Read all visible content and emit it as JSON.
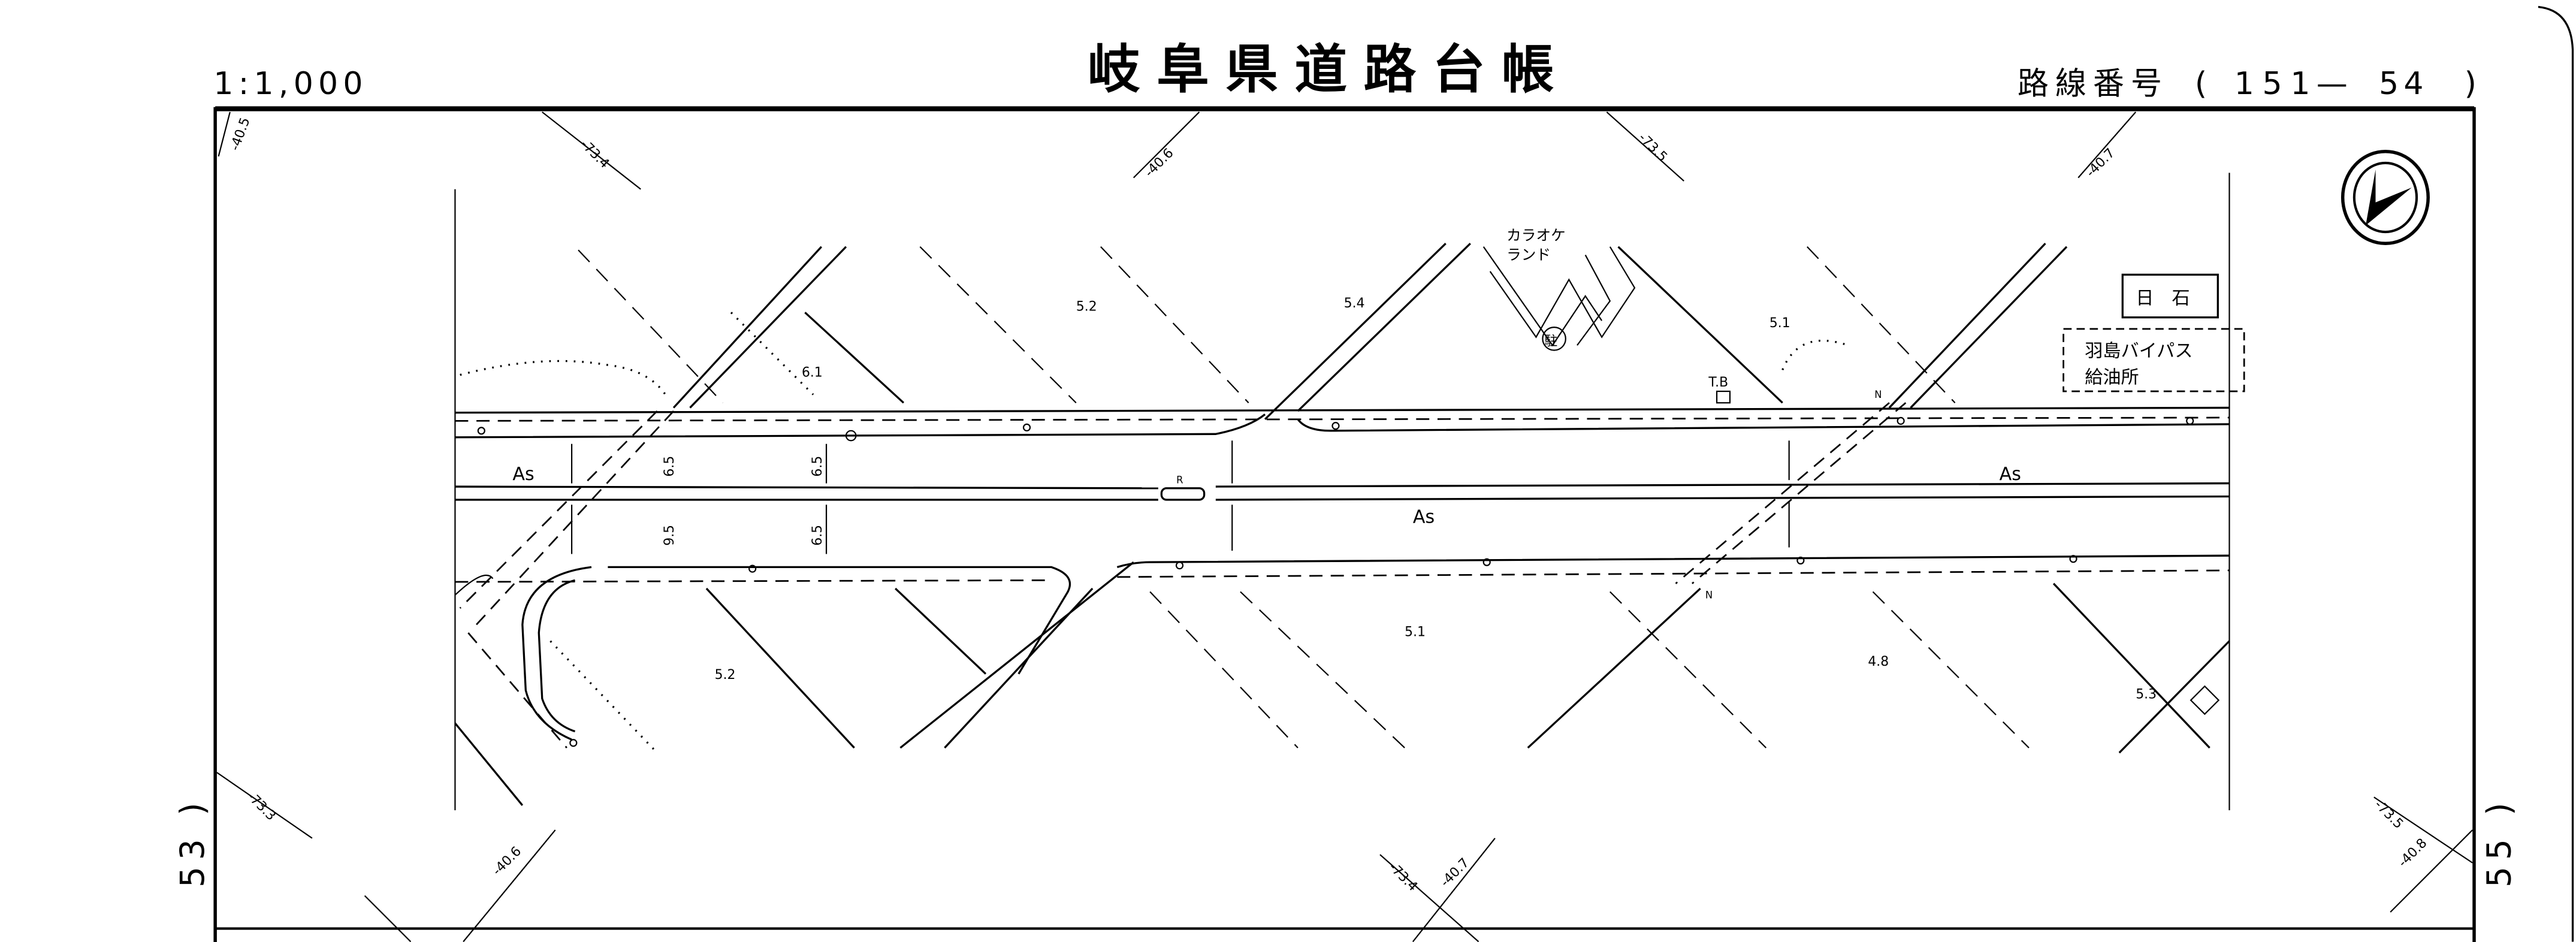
{
  "header": {
    "scale": "1:1,000",
    "title": "岐阜県道路台帳",
    "route_label": "路線番号",
    "route_open": "(",
    "route_number_a": "151",
    "route_sep": "—",
    "route_number_b": "54",
    "route_close": ")"
  },
  "adjacent_sheets": {
    "left": "53 )",
    "right": "55 )"
  },
  "grid_labels": {
    "top": [
      "-40.5",
      "-73.4",
      "-40.6",
      "-73.5",
      "-40.7"
    ],
    "bottom": [
      "-73.3",
      "-40.6",
      "-73.4",
      "-40.7",
      "-73.5",
      "-40.8"
    ]
  },
  "spot_heights": [
    "6.1",
    "5.2",
    "5.4",
    "5.1",
    "5.2",
    "5.1",
    "4.8",
    "5.3"
  ],
  "road_widths": [
    "6.5",
    "6.5",
    "9.5",
    "6.5"
  ],
  "surface_labels": [
    "As",
    "As",
    "As"
  ],
  "symbols": {
    "median": "R",
    "north_marker": "N",
    "telephone_box": "T.B",
    "parking": "駐"
  },
  "landmarks": {
    "karaoke_line1": "カラオケ",
    "karaoke_line2": "ランド",
    "nisseki": "日　石",
    "station_line1": "羽島バイパス",
    "station_line2": "給油所"
  },
  "icons": [
    "north-arrow-icon",
    "parking-icon",
    "telephone-box-icon"
  ]
}
